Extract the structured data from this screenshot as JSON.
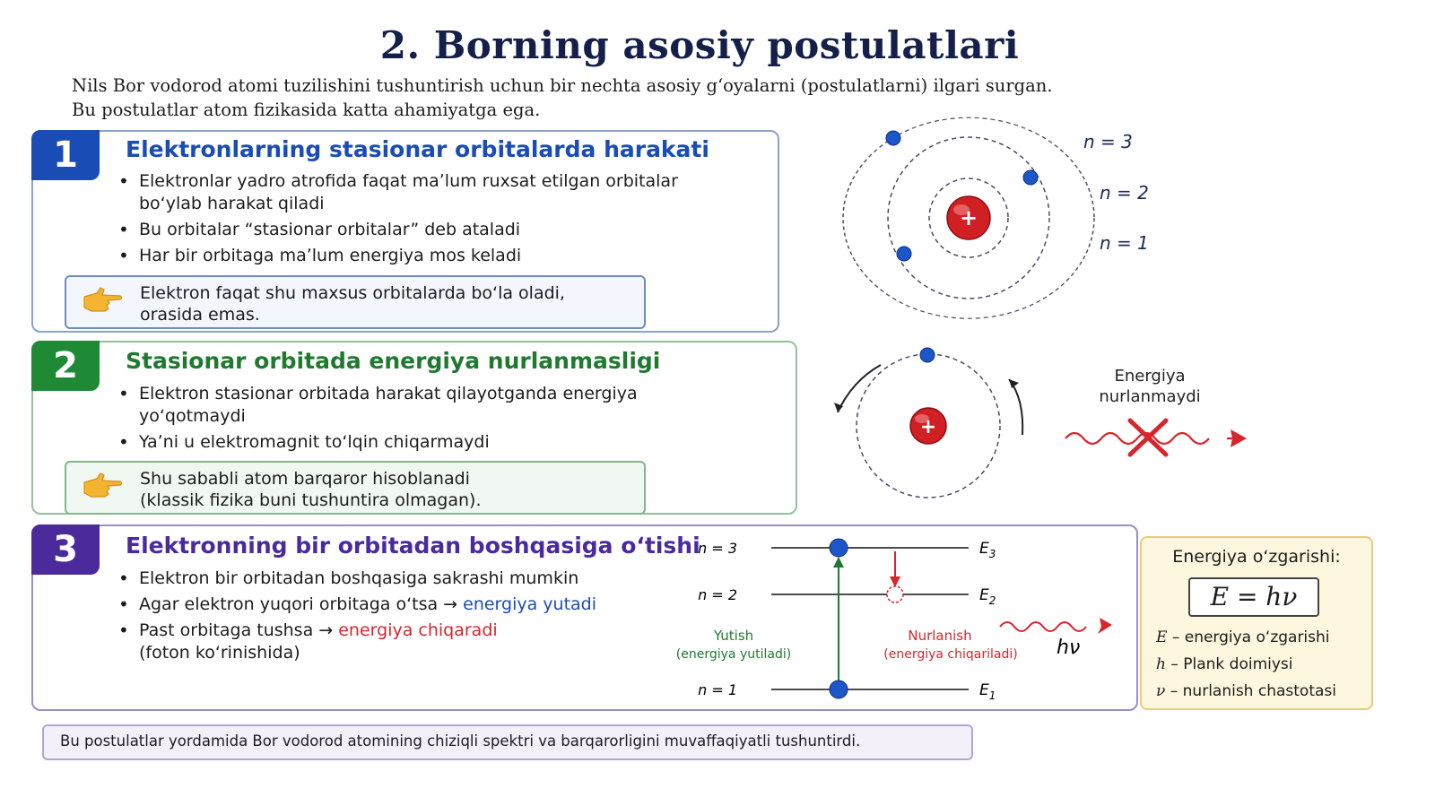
{
  "title": "2. Borning asosiy postulatlari",
  "intro": {
    "line1": "Nils Bor vodorod atomi tuzilishini tushuntirish uchun bir nechta asosiy gʻoyalarni (postulatlarni) ilgari surgan.",
    "line2": "Bu postulatlar atom fizikasida katta ahamiyatga ega."
  },
  "sections": [
    {
      "number": "1",
      "heading": "Elektronlarning stasionar orbitalarda harakati",
      "bullets": [
        "Elektronlar yadro atrofida faqat maʼlum ruxsat etilgan orbitalar boʻylab harakat qiladi",
        "Bu orbitalar “stasionar orbitalar” deb ataladi",
        "Har bir orbitaga maʼlum energiya mos keladi"
      ],
      "note": {
        "line1": "Elektron faqat shu maxsus orbitalarda boʻla oladi,",
        "line2": "orasida emas."
      },
      "accent": "#1a4cb5"
    },
    {
      "number": "2",
      "heading": "Stasionar orbitada energiya nurlanmasligi",
      "bullets": [
        "Elektron stasionar orbitada harakat qilayotganda energiya yoʻqotmaydi",
        "Yaʼni u elektromagnit toʻlqin chiqarmaydi"
      ],
      "note": {
        "line1": "Shu sababli atom barqaror hisoblanadi",
        "line2": "(klassik fizika buni tushuntira olmagan)."
      },
      "accent": "#1f8a35"
    },
    {
      "number": "3",
      "heading": "Elektronning bir orbitadan boshqasiga oʻtishi",
      "bullet1": "Elektron bir orbitadan boshqasiga sakrashi mumkin",
      "bullet2_prefix": "Agar elektron yuqori orbitaga oʻtsa → ",
      "bullet2_highlight": "energiya yutadi",
      "bullet3_prefix": "Past orbitaga tushsa → ",
      "bullet3_highlight": "energiya chiqaradi",
      "bullet3_suffix": "(foton koʻrinishida)",
      "accent": "#4b2a9c"
    }
  ],
  "orbit_diagram": {
    "labels": [
      "n = 3",
      "n = 2",
      "n = 1"
    ]
  },
  "radiation_diagram": {
    "line1": "Energiya",
    "line2": "nurlanmaydi"
  },
  "levels_diagram": {
    "levels": [
      {
        "n": "n = 3",
        "e": "E",
        "sub": "3"
      },
      {
        "n": "n = 2",
        "e": "E",
        "sub": "2"
      },
      {
        "n": "n = 1",
        "e": "E",
        "sub": "1"
      }
    ],
    "absorb_label": "Yutish",
    "absorb_sub": "(energiya yutiladi)",
    "emit_label": "Nurlanish",
    "emit_sub": "(energiya chiqariladi)",
    "photon": "hν"
  },
  "energy_box": {
    "title": "Energiya oʻzgarishi:",
    "formula": "E = hν",
    "defs": [
      {
        "sym": "E",
        "text": " – energiya oʻzgarishi"
      },
      {
        "sym": "h",
        "text": " – Plank doimiysi"
      },
      {
        "sym": "ν",
        "text": " – nurlanish chastotasi"
      }
    ]
  },
  "footer": "Bu postulatlar yordamida Bor vodorod atomining chiziqli spektri va barqarorligini muvaffaqiyatli tushuntirdi.",
  "colors": {
    "blue": "#1a4cb5",
    "green": "#1f8a35",
    "purple": "#4b2a9c",
    "red": "#d8252c"
  },
  "icons": [
    "pointing-hand-icon",
    "nucleus-icon",
    "electron-icon",
    "wave-crossed-icon"
  ]
}
